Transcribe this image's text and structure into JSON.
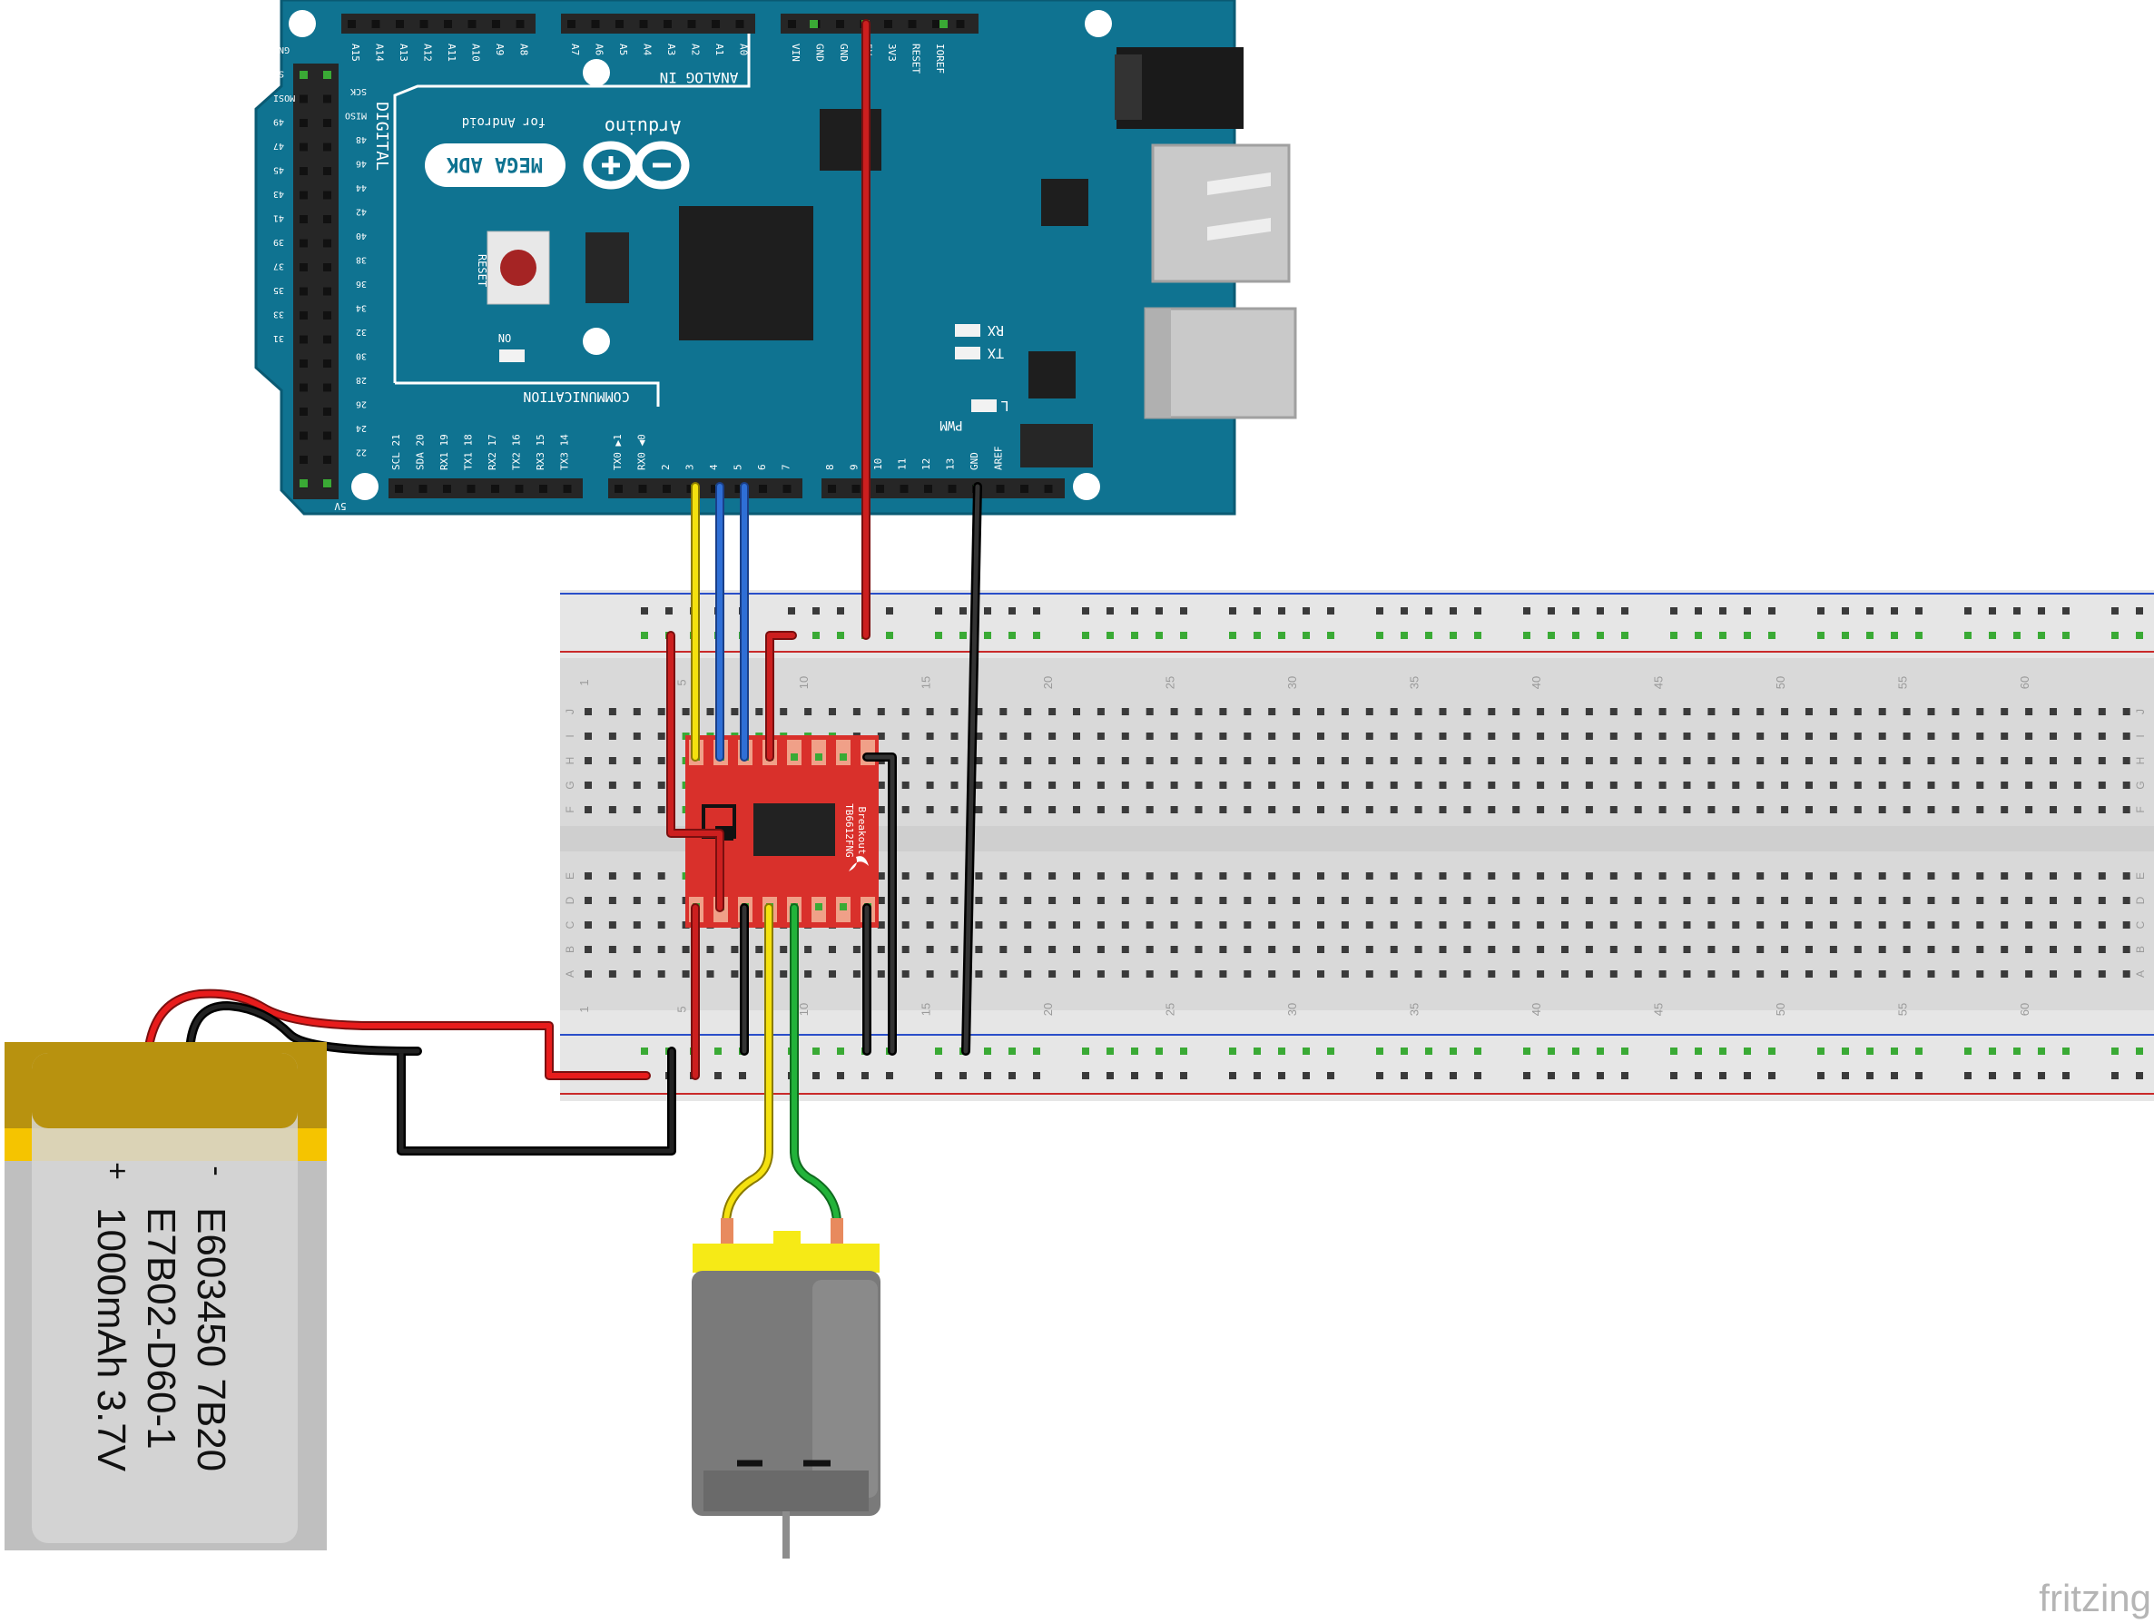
{
  "colors": {
    "board": "#0f7391",
    "board_edge": "#0a5a73",
    "breadboard": "#d9d9d9",
    "breadboard_rail": "#e6e6e6",
    "hole": "#3a3a3a",
    "hole_active": "#3aaa35",
    "breakout": "#d9302b",
    "battery_top": "#b8920f",
    "battery_band": "#f5c400",
    "battery_body": "#d4d4d4",
    "motor_body": "#7a7a7a",
    "motor_cap": "#f6ea16",
    "wire_red": "#cc1f1f",
    "wire_black": "#1a1a1a",
    "wire_yellow": "#f4e10f",
    "wire_blue": "#2f6fd6",
    "wire_green": "#22b33a"
  },
  "arduino": {
    "logo_text": "Arduino",
    "model": "MEGA ADK",
    "subtitle": "for Android",
    "reset_label": "RESET",
    "on_label": "ON",
    "rx_label": "RX",
    "tx_label": "TX",
    "l_label": "L",
    "digital_label": "DIGITAL",
    "analog_label": "ANALOG IN",
    "communication_label": "COMMUNICATION",
    "pwm_label": "PWM",
    "header_top_left": [
      "A15",
      "A14",
      "A13",
      "A12",
      "A11",
      "A10",
      "A9",
      "A8"
    ],
    "header_top_mid": [
      "A7",
      "A6",
      "A5",
      "A4",
      "A3",
      "A2",
      "A1",
      "A0"
    ],
    "header_top_right": [
      "VIN",
      "GND",
      "GND",
      "5V",
      "3V3",
      "RESET",
      "IOREF"
    ],
    "header_bottom_comm": [
      "SCL 21",
      "SDA 20",
      "RX1 19",
      "TX1 18",
      "RX2 17",
      "TX2 16",
      "RX3 15",
      "TX3 14"
    ],
    "header_bottom_pwm": [
      "TX0 ▶1",
      "RX0 ◀0",
      "2",
      "3",
      "4",
      "5",
      "6",
      "7"
    ],
    "header_bottom_right": [
      "8",
      "9",
      "10",
      "11",
      "12",
      "13",
      "GND",
      "AREF"
    ],
    "side_left": [
      "GND",
      "SS",
      "MOSI",
      "49",
      "47",
      "45",
      "43",
      "41",
      "39",
      "37",
      "35",
      "33",
      "31"
    ],
    "side_right": [
      "SCK",
      "MISO",
      "48",
      "46",
      "44",
      "42",
      "40",
      "38",
      "36",
      "34",
      "32",
      "30",
      "28",
      "26",
      "24",
      "22"
    ],
    "side_bottom": "5V"
  },
  "breadboard": {
    "column_numbers": [
      "1",
      "5",
      "10",
      "15",
      "20",
      "25",
      "30",
      "35",
      "40",
      "45",
      "50",
      "55",
      "60"
    ],
    "row_letters_top": [
      "J",
      "I",
      "H",
      "G",
      "F"
    ],
    "row_letters_bottom": [
      "E",
      "D",
      "C",
      "B",
      "A"
    ]
  },
  "breakout": {
    "chip_name": "TB6612FNG",
    "sub_label": "Breakout"
  },
  "battery": {
    "minus": "-",
    "plus": "+",
    "line1": "E603450 7B20",
    "line2": "E7B02-D60-1",
    "line3": "1000mAh 3.7V"
  },
  "watermark": "fritzing"
}
